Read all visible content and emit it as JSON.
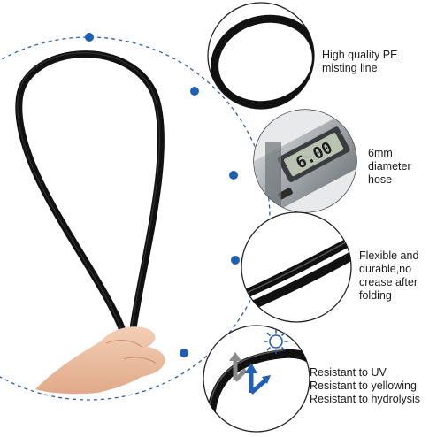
{
  "features": [
    {
      "icon": "pe-tube-cross-section",
      "lines": [
        "High quality PE",
        "misting line"
      ]
    },
    {
      "icon": "digital-caliper",
      "caliper_reading": "6.00",
      "lines": [
        "6mm",
        "diameter",
        "hose"
      ]
    },
    {
      "icon": "bent-hose",
      "lines": [
        "Flexible and",
        "durable,no",
        "crease after",
        "folding"
      ]
    },
    {
      "icon": "uv-sun-arrows",
      "lines": [
        "Resistant to UV",
        "Resistant to yellowing",
        "Resistant to hydrolysis"
      ]
    }
  ],
  "colors": {
    "accent_blue": "#1f5fb4",
    "dash_blue": "#2a5fb0",
    "hose_black": "#111111",
    "badge_border": "#222222",
    "skin": "#eec3a6"
  }
}
